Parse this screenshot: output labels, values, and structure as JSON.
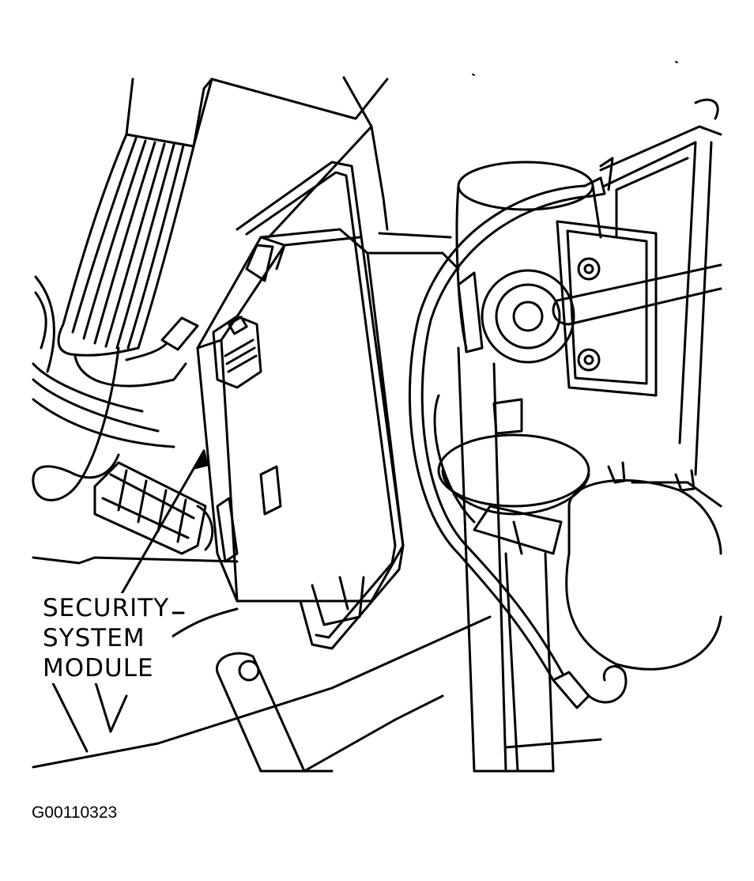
{
  "callout": {
    "line1": "SECURITY",
    "line2": "SYSTEM",
    "line3": "MODULE"
  },
  "figure_id": "G00110323",
  "colors": {
    "ink": "#000000",
    "paper": "#ffffff"
  }
}
